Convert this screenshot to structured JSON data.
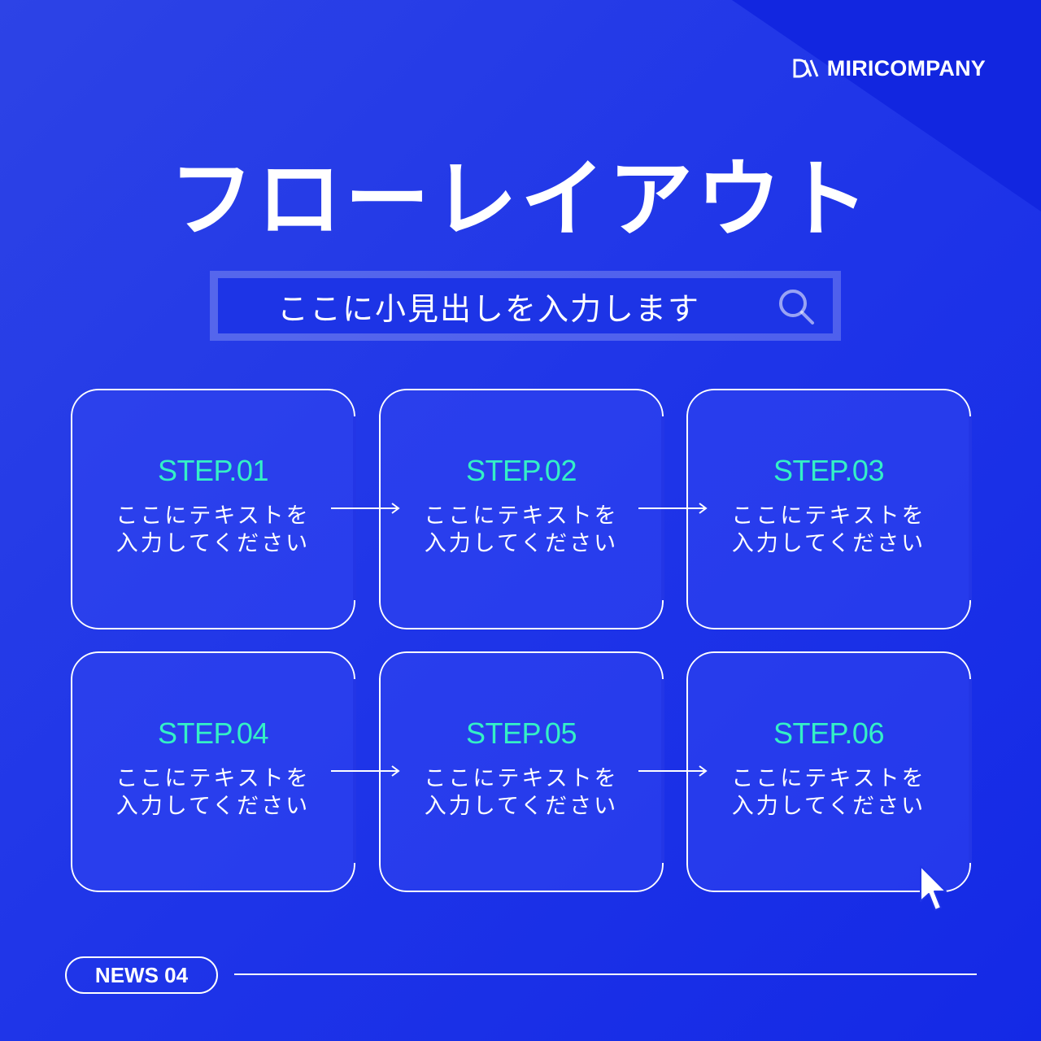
{
  "brand": {
    "name": "MIRICOMPANY",
    "logo_icon": "miri-logo-icon"
  },
  "title": "フローレイアウト",
  "search": {
    "text": "ここに小見出しを入力します",
    "icon": "search-icon"
  },
  "steps": [
    {
      "label": "STEP.01",
      "text": "ここにテキストを\n入力してください"
    },
    {
      "label": "STEP.02",
      "text": "ここにテキストを\n入力してください"
    },
    {
      "label": "STEP.03",
      "text": "ここにテキストを\n入力してください"
    },
    {
      "label": "STEP.04",
      "text": "ここにテキストを\n入力してください"
    },
    {
      "label": "STEP.05",
      "text": "ここにテキストを\n入力してください"
    },
    {
      "label": "STEP.06",
      "text": "ここにテキストを\n入力してください"
    }
  ],
  "footer": {
    "badge": "NEWS 04"
  },
  "colors": {
    "background": "#1f35e8",
    "accent": "#34f0c6",
    "text": "#ffffff"
  }
}
